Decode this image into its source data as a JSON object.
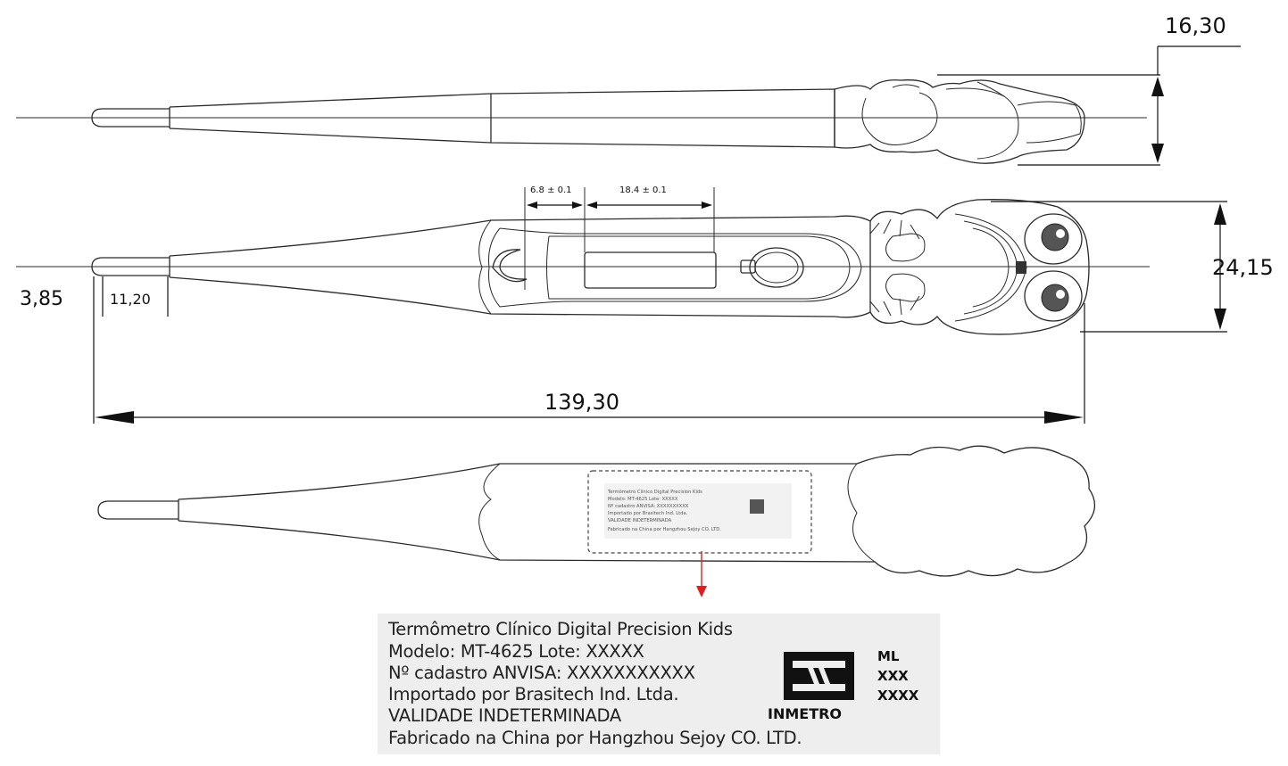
{
  "dimensions": {
    "height_side": "16,30",
    "width_top": "24,15",
    "tip_diameter": "3,85",
    "tip_length": "11,20",
    "total_length": "139,30",
    "display_offset": "6.8 ± 0.1",
    "display_width": "18.4 ± 0.1"
  },
  "label_small": {
    "line1": "Termômetro Clínico Digital Precision Kids",
    "line2": "Modelo: MT-4625   Lote: XXXXX",
    "line3": "Nº cadastro ANVISA: XXXXXXXXXX",
    "line4": "Importado por Brasitech Ind. Ltda.",
    "line5": "VALIDADE INDETERMINADA",
    "line6": "Fabricado na China por Hangzhou Sejoy CO. LTD."
  },
  "label": {
    "line1": "Termômetro Clínico Digital Precision Kids",
    "line2": "Modelo: MT-4625    Lote: XXXXX",
    "line3": "Nº cadastro ANVISA: XXXXXXXXXXX",
    "line4": "Importado por Brasitech Ind. Ltda.",
    "line5": "VALIDADE INDETERMINADA",
    "line6": "Fabricado na China por Hangzhou Sejoy CO. LTD.",
    "inmetro_brand": "INMETRO",
    "code_ml": "ML",
    "code_xxx": "XXX",
    "code_xxxx": "XXXX"
  },
  "colors": {
    "pointer_arrow": "#e02020",
    "label_background": "#eeeeee"
  }
}
